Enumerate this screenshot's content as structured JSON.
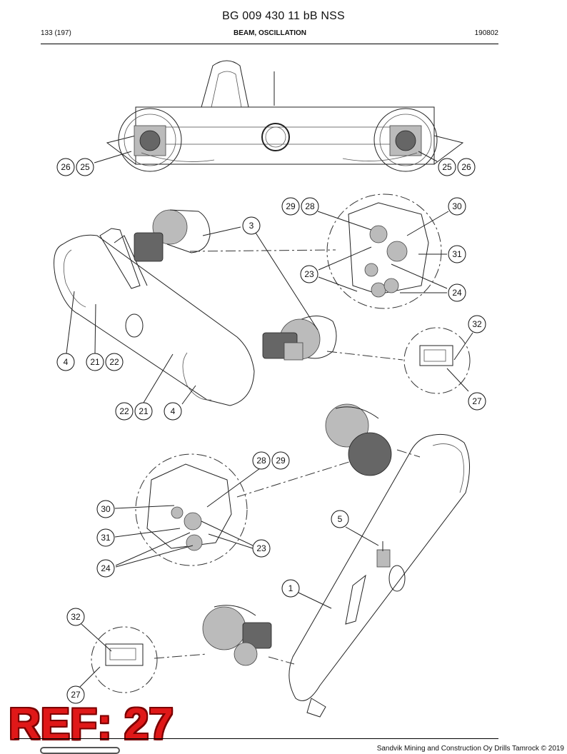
{
  "header": {
    "title": "BG 009 430 11 bB NSS",
    "page": "133 (197)",
    "section": "BEAM, OSCILLATION",
    "date_code": "190802"
  },
  "footer": {
    "copyright": "Sandvik Mining and Construction Oy Drills Tamrock © 2019"
  },
  "ref_stamp": "REF: 27",
  "callouts": [
    {
      "id": "c-26a",
      "label": "26"
    },
    {
      "id": "c-25a",
      "label": "25"
    },
    {
      "id": "c-25b",
      "label": "25"
    },
    {
      "id": "c-26b",
      "label": "26"
    },
    {
      "id": "c-29a",
      "label": "29"
    },
    {
      "id": "c-28a",
      "label": "28"
    },
    {
      "id": "c-30a",
      "label": "30"
    },
    {
      "id": "c-3",
      "label": "3"
    },
    {
      "id": "c-31a",
      "label": "31"
    },
    {
      "id": "c-23a",
      "label": "23"
    },
    {
      "id": "c-24a",
      "label": "24"
    },
    {
      "id": "c-32a",
      "label": "32"
    },
    {
      "id": "c-4a",
      "label": "4"
    },
    {
      "id": "c-21a",
      "label": "21"
    },
    {
      "id": "c-22a",
      "label": "22"
    },
    {
      "id": "c-27a",
      "label": "27"
    },
    {
      "id": "c-22b",
      "label": "22"
    },
    {
      "id": "c-21b",
      "label": "21"
    },
    {
      "id": "c-4b",
      "label": "4"
    },
    {
      "id": "c-28b",
      "label": "28"
    },
    {
      "id": "c-29b",
      "label": "29"
    },
    {
      "id": "c-30b",
      "label": "30"
    },
    {
      "id": "c-5",
      "label": "5"
    },
    {
      "id": "c-31b",
      "label": "31"
    },
    {
      "id": "c-23b",
      "label": "23"
    },
    {
      "id": "c-24b",
      "label": "24"
    },
    {
      "id": "c-1",
      "label": "1"
    },
    {
      "id": "c-32b",
      "label": "32"
    },
    {
      "id": "c-27b",
      "label": "27"
    }
  ]
}
